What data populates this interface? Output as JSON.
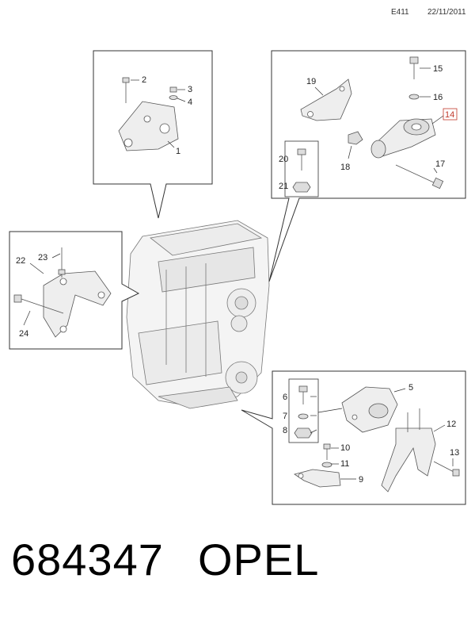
{
  "header": {
    "code": "E411",
    "date": "22/11/2011"
  },
  "callouts": {
    "c1": "1",
    "c2": "2",
    "c3": "3",
    "c4": "4",
    "c5": "5",
    "c6": "6",
    "c7": "7",
    "c8": "8",
    "c9": "9",
    "c10": "10",
    "c11": "11",
    "c12": "12",
    "c13": "13",
    "c14": "14",
    "c15": "15",
    "c16": "16",
    "c17": "17",
    "c18": "18",
    "c19": "19",
    "c20": "20",
    "c21": "21",
    "c22": "22",
    "c23": "23",
    "c24": "24"
  },
  "highlight_color": "#c0392b",
  "footer": {
    "part_number": "684347",
    "brand": "OPEL"
  }
}
